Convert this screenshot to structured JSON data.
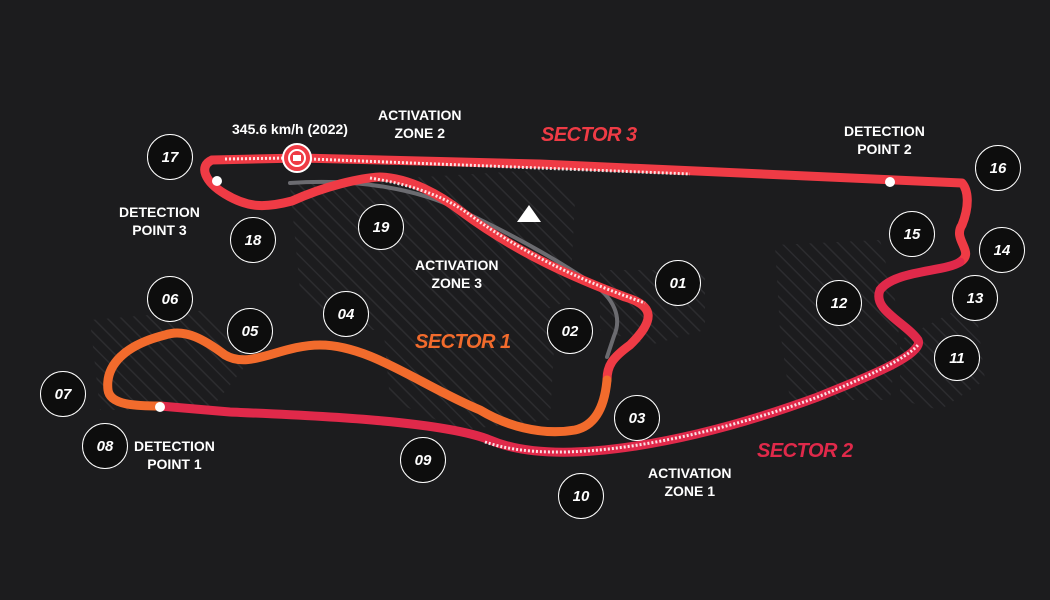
{
  "colors": {
    "background": "#1c1c1e",
    "sector1": "#f26b2c",
    "sector2": "#e0294a",
    "sector3": "#ef3b45",
    "pit_lane": "#6b6b70",
    "text": "#ffffff",
    "circle_fill": "#0d0d0d"
  },
  "speed_trap": {
    "label": "345.6 km/h (2022)",
    "icon": "speed-camera-icon"
  },
  "sectors": [
    {
      "id": "sector1",
      "label": "SECTOR 1"
    },
    {
      "id": "sector2",
      "label": "SECTOR 2"
    },
    {
      "id": "sector3",
      "label": "SECTOR 3"
    }
  ],
  "drs": {
    "activation_zones": [
      {
        "id": "az1",
        "lines": [
          "ACTIVATION",
          "ZONE 1"
        ]
      },
      {
        "id": "az2",
        "lines": [
          "ACTIVATION",
          "ZONE 2"
        ]
      },
      {
        "id": "az3",
        "lines": [
          "ACTIVATION",
          "ZONE 3"
        ]
      }
    ],
    "detection_points": [
      {
        "id": "dp1",
        "lines": [
          "DETECTION",
          "POINT 1"
        ]
      },
      {
        "id": "dp2",
        "lines": [
          "DETECTION",
          "POINT 2"
        ]
      },
      {
        "id": "dp3",
        "lines": [
          "DETECTION",
          "POINT 3"
        ]
      }
    ]
  },
  "turns": [
    "01",
    "02",
    "03",
    "04",
    "05",
    "06",
    "07",
    "08",
    "09",
    "10",
    "11",
    "12",
    "13",
    "14",
    "15",
    "16",
    "17",
    "18",
    "19"
  ],
  "start_marker_icon": "start-triangle-icon"
}
